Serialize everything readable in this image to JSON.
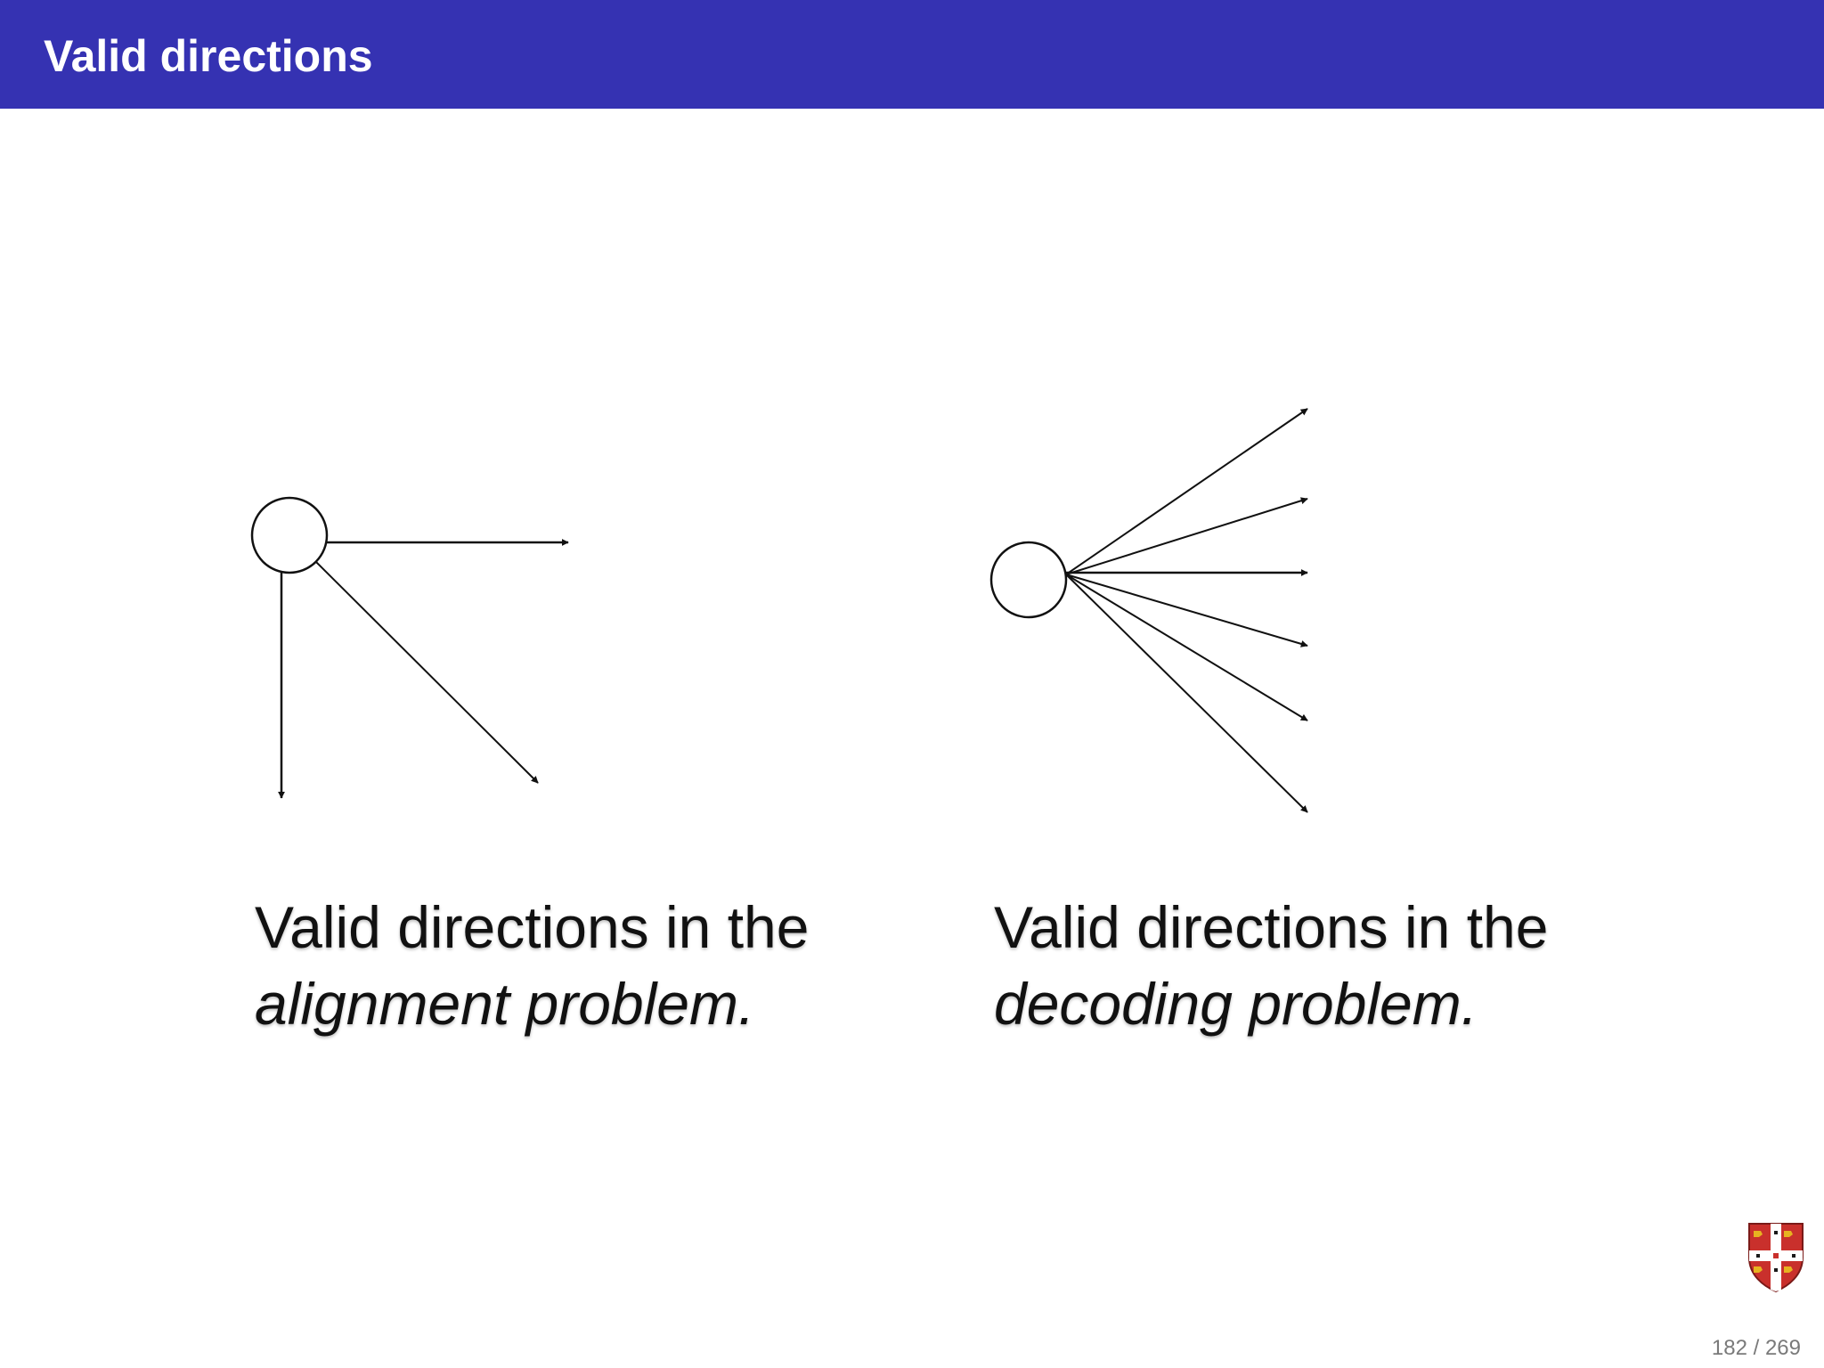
{
  "header": {
    "title": "Valid directions"
  },
  "diagrams": {
    "left": {
      "caption_line1": "Valid directions in the",
      "caption_line2": "alignment problem."
    },
    "right": {
      "caption_line1": "Valid directions in the",
      "caption_line2": "decoding problem."
    }
  },
  "footer": {
    "page": "182 / 269"
  },
  "colors": {
    "header_bg": "#3532b2",
    "header_text": "#ffffff"
  }
}
